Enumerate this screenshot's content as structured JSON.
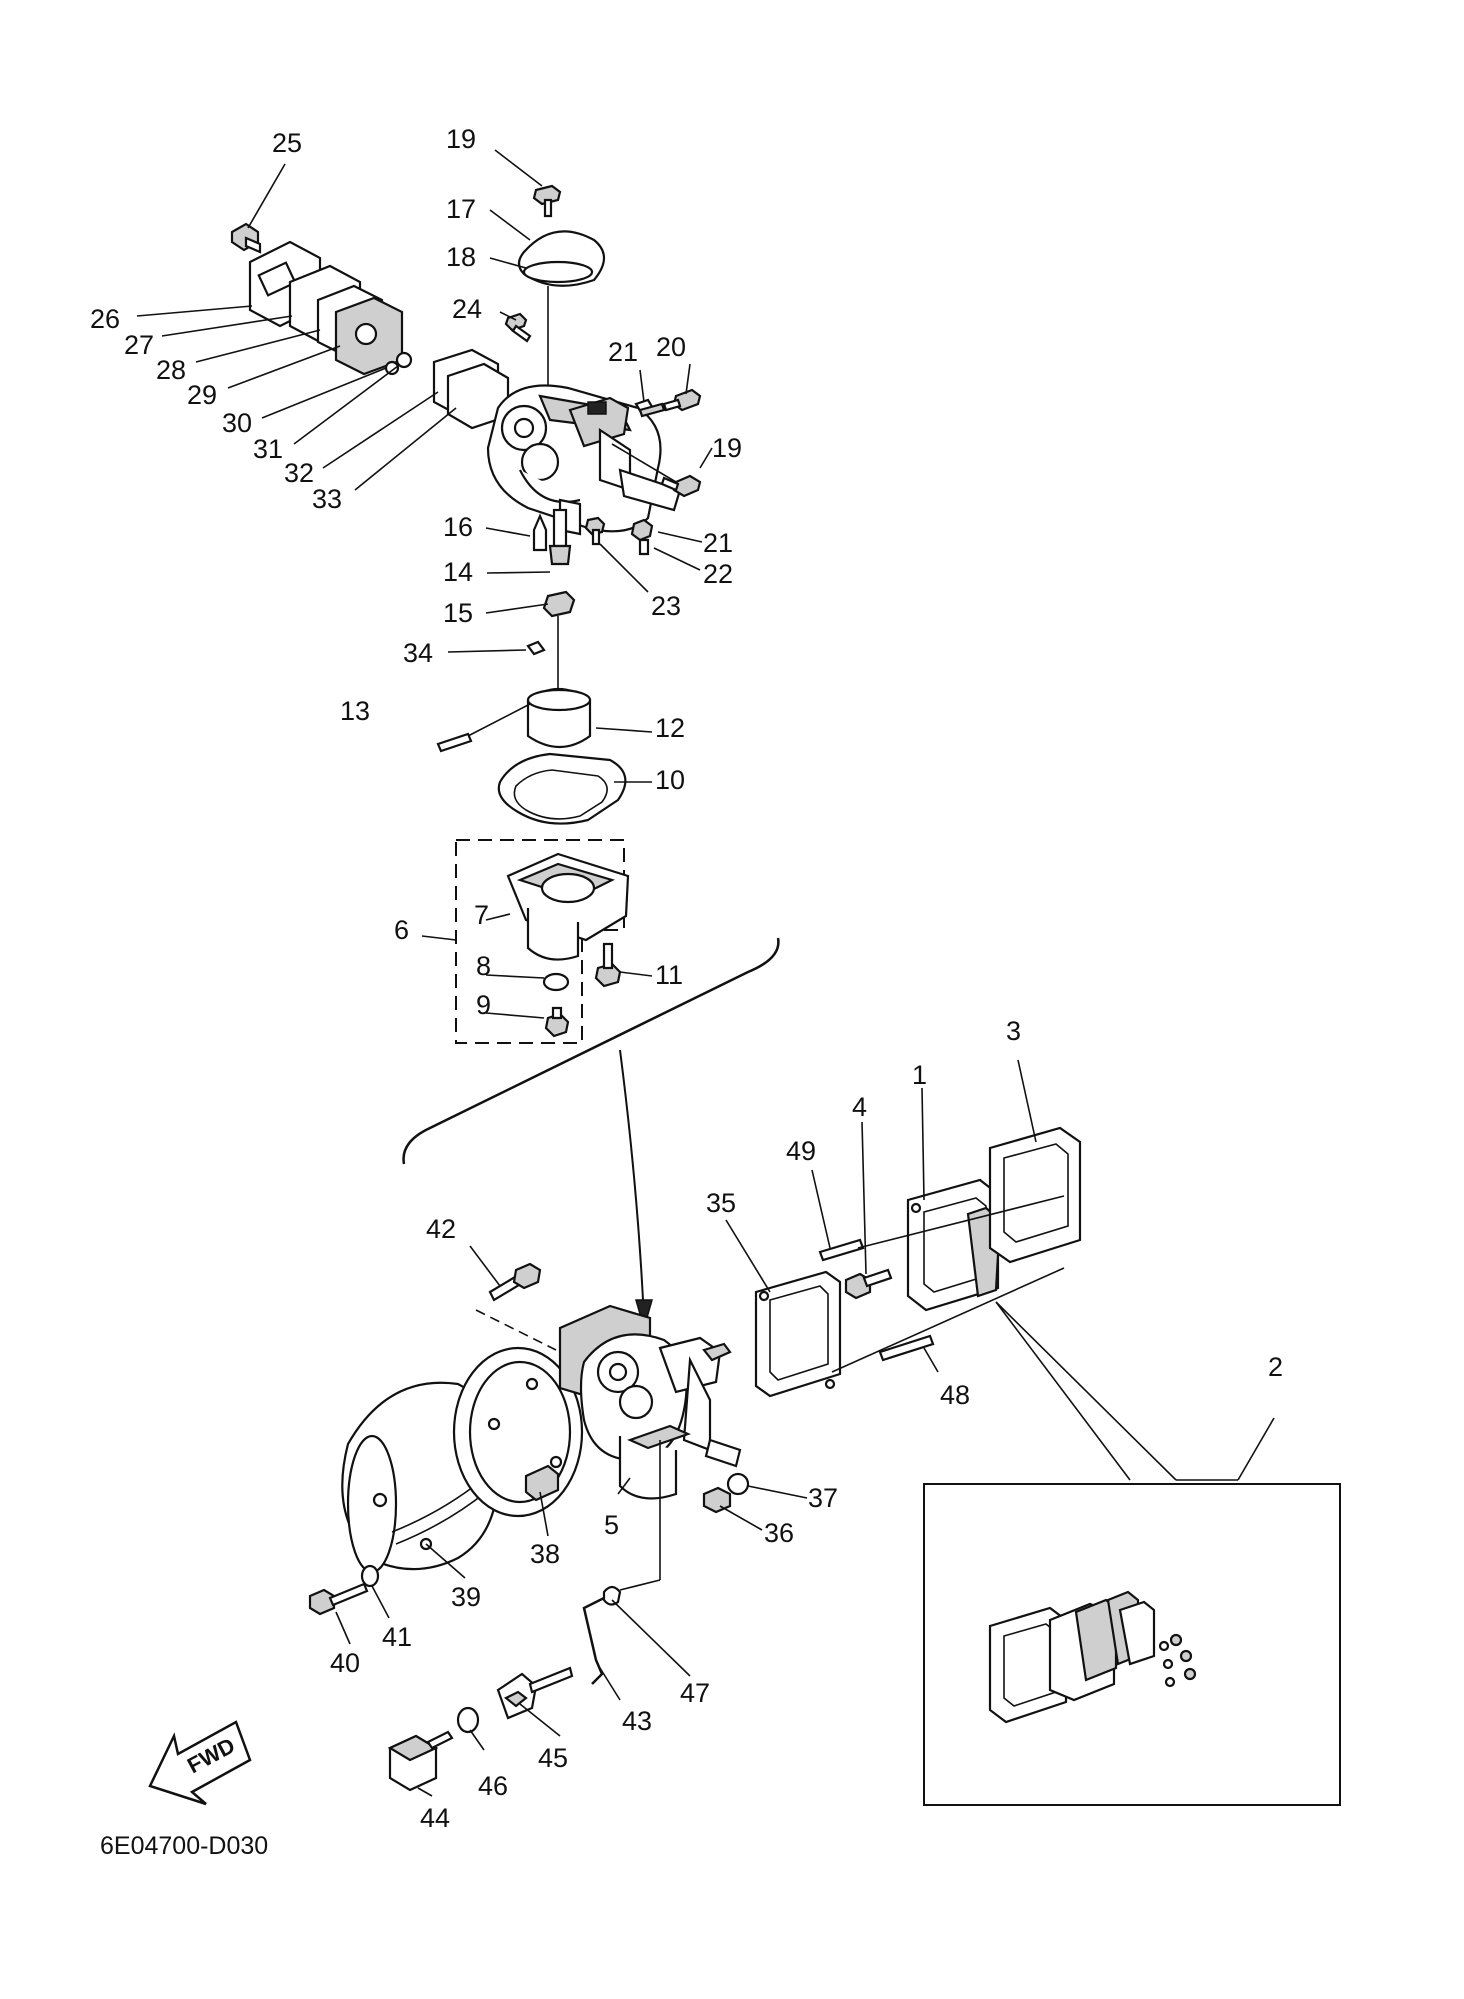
{
  "diagram": {
    "drawing_code": "6E04700-D030",
    "direction_label": "FWD",
    "callouts": [
      "1",
      "2",
      "3",
      "4",
      "5",
      "6",
      "7",
      "8",
      "9",
      "10",
      "11",
      "12",
      "13",
      "14",
      "15",
      "16",
      "17",
      "18",
      "19",
      "19",
      "20",
      "21",
      "21",
      "22",
      "23",
      "24",
      "25",
      "26",
      "27",
      "28",
      "29",
      "30",
      "31",
      "32",
      "33",
      "34",
      "35",
      "36",
      "37",
      "38",
      "39",
      "40",
      "41",
      "42",
      "43",
      "44",
      "45",
      "46",
      "47",
      "48",
      "49"
    ]
  }
}
